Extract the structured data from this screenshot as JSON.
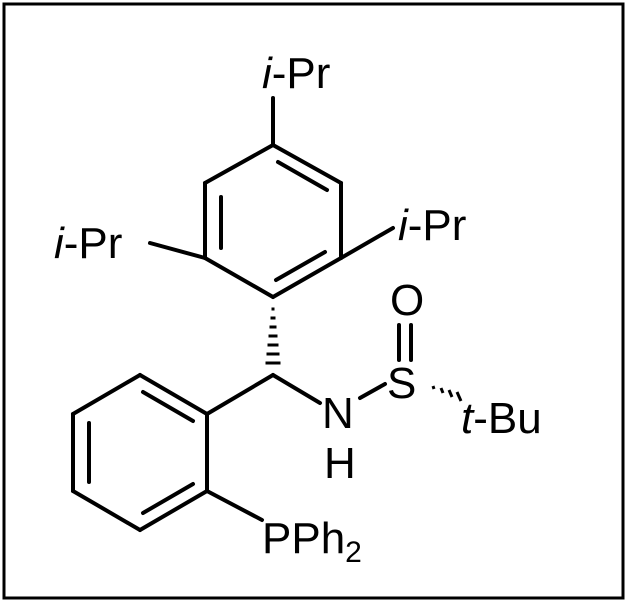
{
  "structure": {
    "labels": {
      "ipr_top": "i-Pr",
      "ipr_left": "i-Pr",
      "ipr_right": "i-Pr",
      "oxygen": "O",
      "sulfur": "S",
      "nitrogen": "N",
      "hydrogen": "H",
      "tbu": "t-Bu",
      "pph2_main": "PPh",
      "pph2_sub": "2"
    }
  },
  "colors": {
    "ink": "#000000",
    "background": "#ffffff"
  }
}
